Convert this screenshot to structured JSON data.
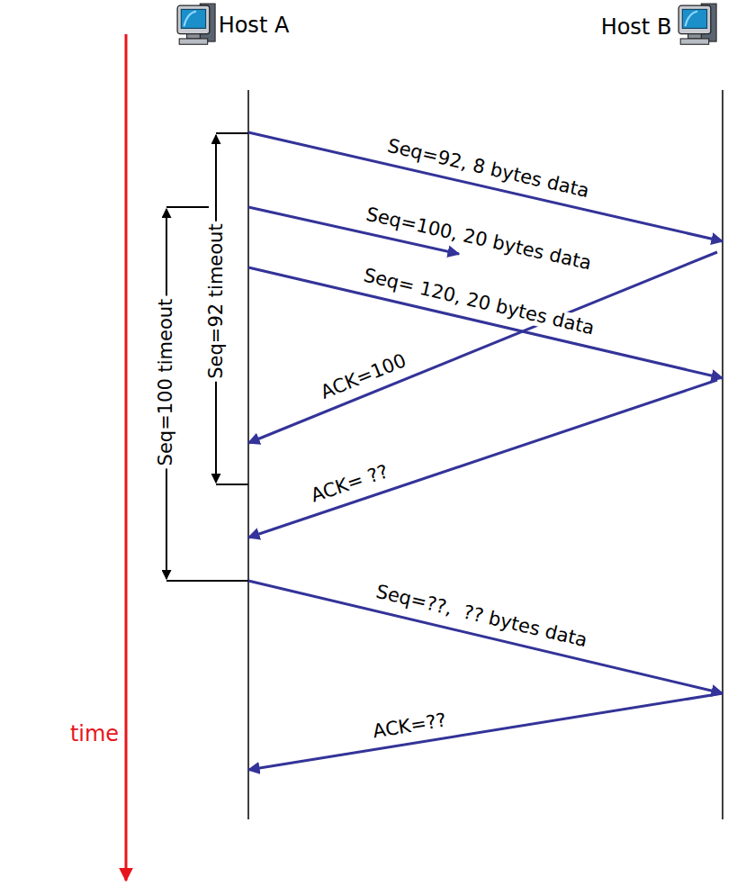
{
  "diagram": {
    "labels": [
      "Host A",
      "Host B",
      "Seq=92, 8 bytes data",
      "Seq=100, 20 bytes data",
      "Seq= 120, 20 bytes data",
      "ACK=100",
      "ACK= ??",
      "Seq=??,  ?? bytes data",
      "ACK=??",
      "Seq=92 timeout",
      "Seq=100 timeout",
      "time"
    ]
  }
}
